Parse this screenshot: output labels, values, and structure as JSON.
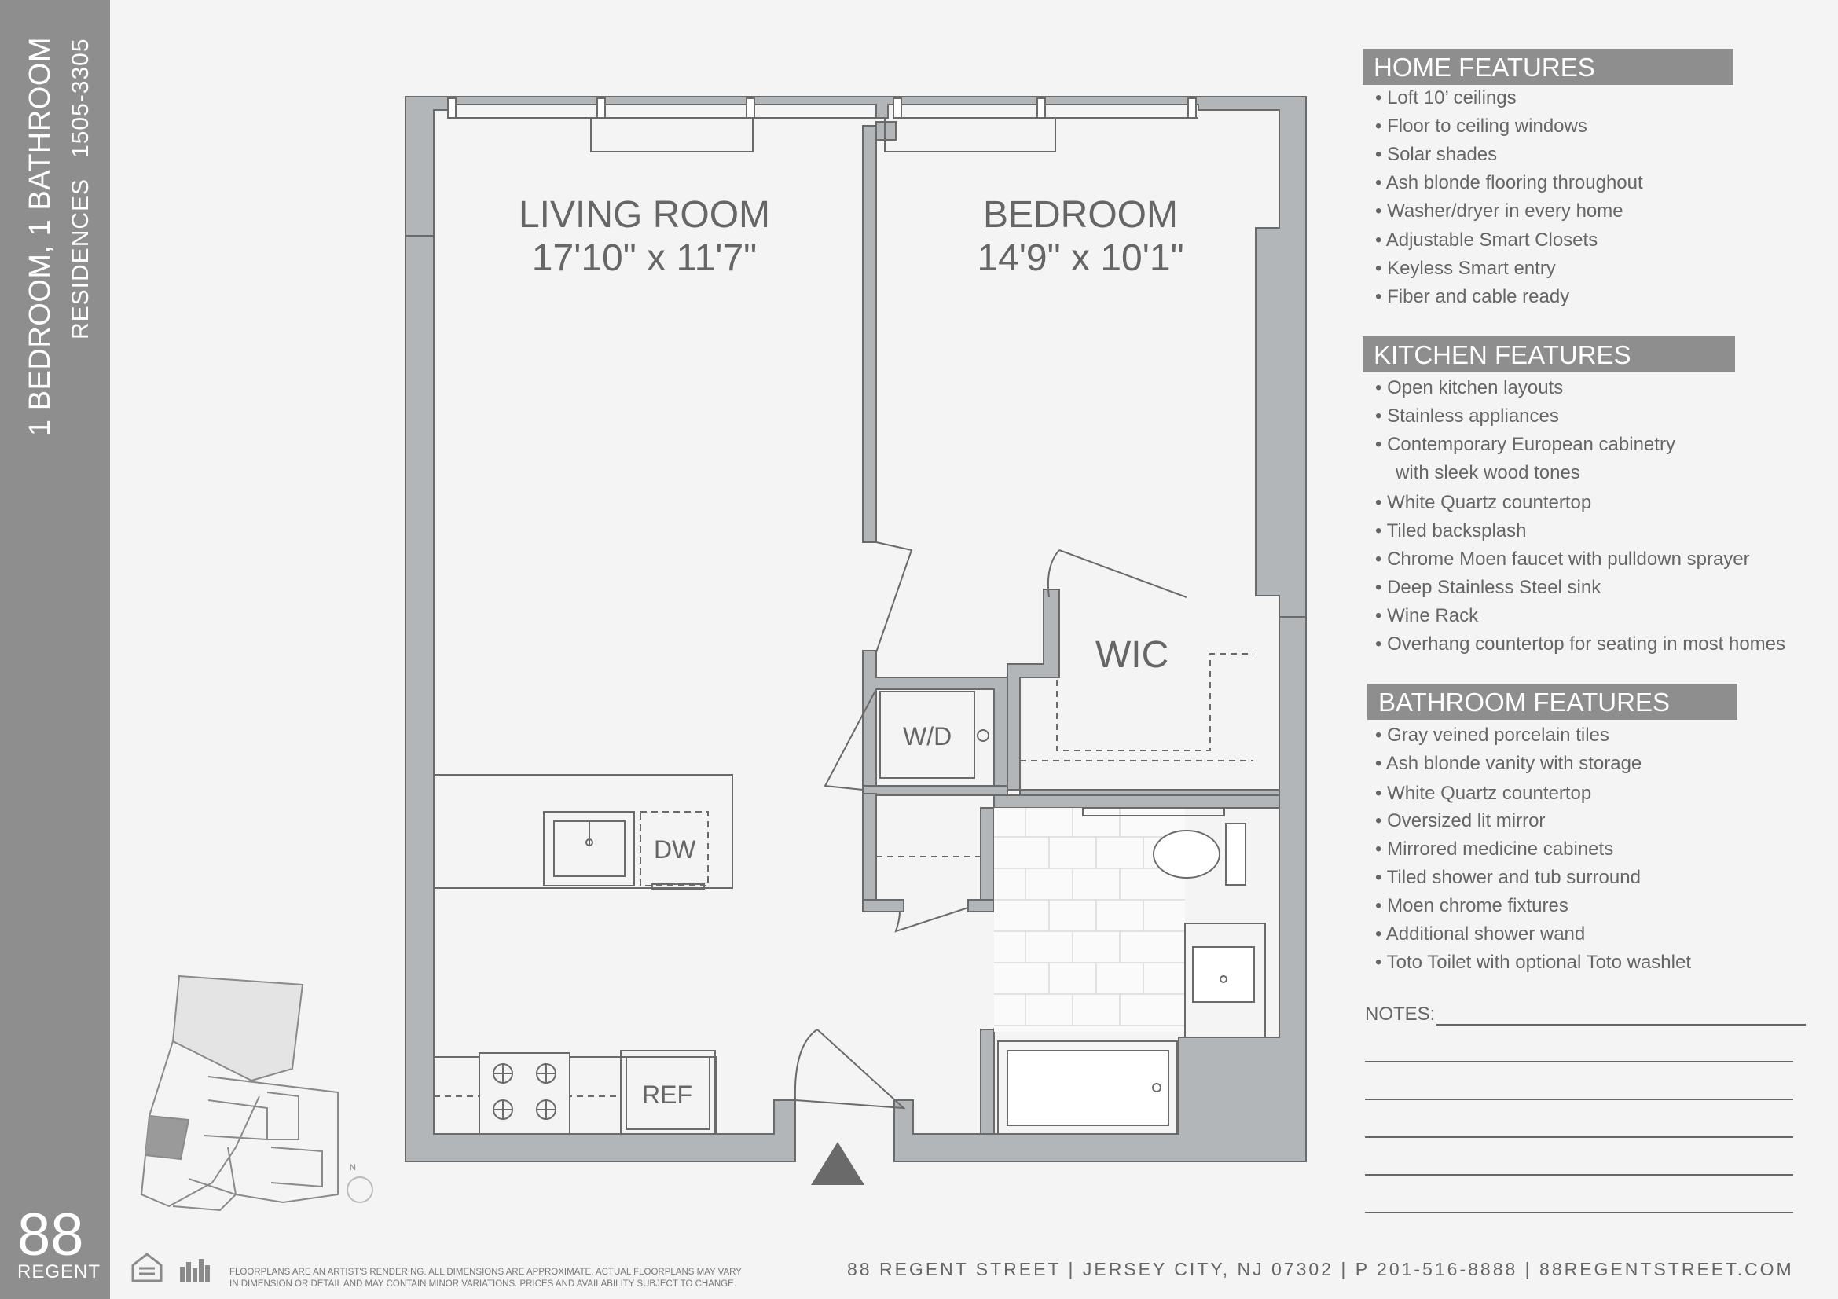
{
  "sidebar": {
    "title": "1 BEDROOM, 1 BATHROOM",
    "subtitle": "RESIDENCES",
    "units": "1505-3305",
    "logo_number": "88",
    "logo_word": "REGENT"
  },
  "rooms": {
    "living_name": "LIVING ROOM",
    "living_dims": "17'10\" x 11'7\"",
    "bedroom_name": "BEDROOM",
    "bedroom_dims": "14'9\" x 10'1\"",
    "wic": "WIC",
    "wd": "W/D",
    "dw": "DW",
    "ref": "REF"
  },
  "home_features": {
    "heading": "HOME FEATURES",
    "items": [
      "• Loft 10’ ceilings",
      "• Floor to ceiling windows",
      "• Solar shades",
      "• Ash blonde flooring throughout",
      "• Washer/dryer in every home",
      "• Adjustable Smart Closets",
      "• Keyless Smart entry",
      "• Fiber and cable ready"
    ]
  },
  "kitchen_features": {
    "heading": "KITCHEN FEATURES",
    "items": [
      "• Open kitchen layouts",
      "• Stainless appliances",
      "• Contemporary European cabinetry",
      "with sleek wood tones",
      "• White Quartz countertop",
      "• Tiled backsplash",
      "• Chrome Moen faucet with pulldown sprayer",
      "• Deep Stainless Steel sink",
      "• Wine Rack",
      "• Overhang countertop for seating in most homes"
    ]
  },
  "bathroom_features": {
    "heading": "BATHROOM FEATURES",
    "items": [
      "• Gray veined porcelain tiles",
      "• Ash blonde vanity with storage",
      "• White Quartz countertop",
      "• Oversized lit mirror",
      "• Mirrored medicine cabinets",
      "• Tiled shower and tub surround",
      "• Moen chrome fixtures",
      "• Additional shower wand",
      "• Toto Toilet with optional Toto washlet"
    ]
  },
  "notes": {
    "label": "NOTES:"
  },
  "footer": {
    "address": "88 REGENT STREET | JERSEY CITY, NJ 07302 | P 201-516-8888 | 88REGENTSTREET.COM",
    "disclaimer_1": "FLOORPLANS ARE AN ARTIST'S RENDERING. ALL DIMENSIONS ARE APPROXIMATE. ACTUAL FLOORPLANS MAY VARY",
    "disclaimer_2": "IN DIMENSION OR DETAIL AND MAY CONTAIN MINOR VARIATIONS. PRICES AND AVAILABILITY SUBJECT TO CHANGE."
  },
  "keyplan": {
    "north": "N"
  },
  "colors": {
    "sidebar": "#8e8e8e",
    "wall": "#b3b6b8",
    "text": "#666666"
  }
}
